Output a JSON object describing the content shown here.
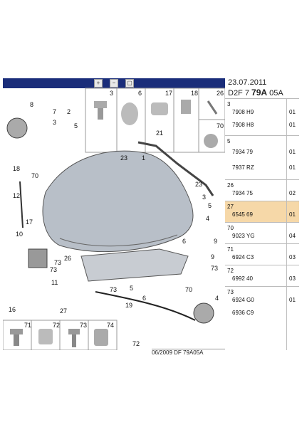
{
  "toolbar": {
    "buttons": [
      "zoom-in-icon",
      "zoom-out-icon",
      "fit-icon"
    ]
  },
  "header": {
    "date": "23.07.2011",
    "code_prefix": "D2F 7",
    "code_bold": "79A",
    "code_suffix": "05A"
  },
  "top_cells": [
    "3",
    "6",
    "17",
    "18",
    "26",
    "70"
  ],
  "bottom_cells": [
    "71",
    "72",
    "73",
    "74"
  ],
  "callouts": [
    "8",
    "7",
    "3",
    "2",
    "5",
    "21",
    "23",
    "1",
    "18",
    "70",
    "12",
    "17",
    "10",
    "4",
    "23",
    "3",
    "5",
    "6",
    "9",
    "73",
    "26",
    "73",
    "11",
    "73",
    "5",
    "6",
    "70",
    "16",
    "27",
    "19",
    "72",
    "9",
    "73",
    "4"
  ],
  "parts": [
    {
      "num": "3",
      "refs": [
        "7908 H9",
        "7908 H8"
      ],
      "qty": [
        "01",
        "01"
      ]
    },
    {
      "num": "5",
      "refs": [
        "7934 79",
        "7937 RZ"
      ],
      "qty": [
        "01",
        "01"
      ]
    },
    {
      "num": "26",
      "refs": [
        "7934 75"
      ],
      "qty": [
        "02"
      ]
    },
    {
      "num": "27",
      "refs": [
        "6545 69"
      ],
      "qty": [
        "01"
      ],
      "highlight": true
    },
    {
      "num": "70",
      "refs": [
        "9023 YG"
      ],
      "qty": [
        "04"
      ]
    },
    {
      "num": "71",
      "refs": [
        "6924 C3"
      ],
      "qty": [
        "03"
      ]
    },
    {
      "num": "72",
      "refs": [
        "6992 40"
      ],
      "qty": [
        "03"
      ]
    },
    {
      "num": "73",
      "refs": [
        "6924 G0",
        "6936 C9"
      ],
      "qty": [
        "01",
        ""
      ]
    }
  ],
  "footer": {
    "date": "06/2009",
    "code": "DF 79A05A"
  },
  "colors": {
    "topbar": "#1a2d7a",
    "highlight": "#f6d8a8",
    "part_body": "#b8bfc8",
    "callout_badge": "#e8c84a"
  }
}
